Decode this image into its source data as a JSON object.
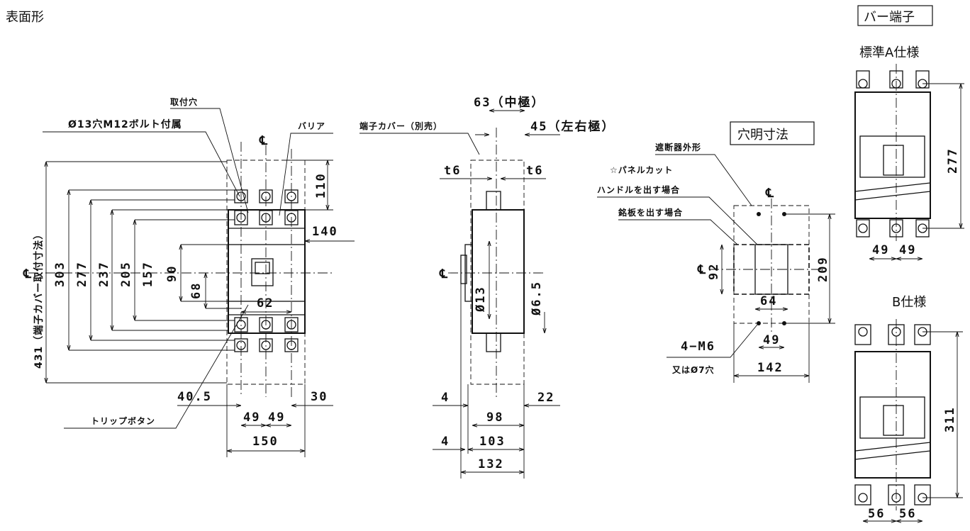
{
  "title": "表面形",
  "bar_terminal": "バー端子",
  "spec_a": "標準A仕様",
  "spec_b": "B仕様",
  "hole_dims": "穴明寸法",
  "centerline": "℄",
  "front": {
    "mount_hole": "取付穴",
    "bolt_hole": "Ø13穴M12ボルト付属",
    "barrier": "バリア",
    "trip_button": "トリップボタン",
    "cover_note": "431（端子カバー取付寸法）",
    "d303": "303",
    "d277": "277",
    "d237": "237",
    "d205": "205",
    "d157": "157",
    "d90": "90",
    "d68": "68",
    "d62": "62",
    "d110": "110",
    "d140": "140",
    "d405": "40.5",
    "d30": "30",
    "d49a": "49",
    "d49b": "49",
    "d150": "150"
  },
  "side": {
    "terminal_cover": "端子カバー（別売）",
    "d63": "63（中極）",
    "d45": "45（左右極）",
    "t6a": "t6",
    "t6b": "t6",
    "d13": "Ø13",
    "d65": "Ø6.5",
    "d4a": "4",
    "d4b": "4",
    "d22": "22",
    "d98": "98",
    "d103": "103",
    "d132": "132"
  },
  "cut": {
    "outline": "遮断器外形",
    "panel_cut": "☆パネルカット",
    "handle": "ハンドルを出す場合",
    "nameplate": "銘板を出す場合",
    "d92": "92",
    "d209": "209",
    "d64": "64",
    "d49": "49",
    "d142": "142",
    "m6": "4−M6",
    "or7": "又はØ7穴"
  },
  "bar": {
    "d277": "277",
    "d49a": "49",
    "d49b": "49",
    "d311": "311",
    "d56a": "56",
    "d56b": "56"
  }
}
